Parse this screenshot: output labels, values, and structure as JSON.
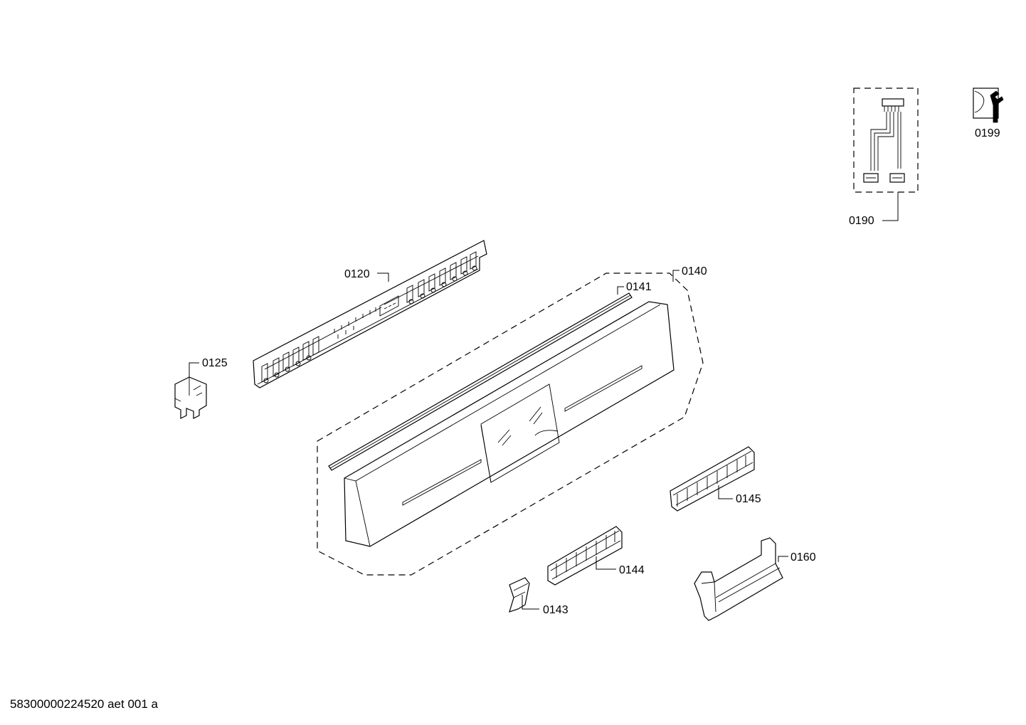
{
  "labels": {
    "p0120": "0120",
    "p0125": "0125",
    "p0140": "0140",
    "p0141": "0141",
    "p0143": "0143",
    "p0144": "0144",
    "p0145": "0145",
    "p0160": "0160",
    "p0190": "0190",
    "p0199": "0199"
  },
  "footer": "58300000224520 aet 001 a",
  "icons": {
    "service": "wrench-service-icon"
  }
}
